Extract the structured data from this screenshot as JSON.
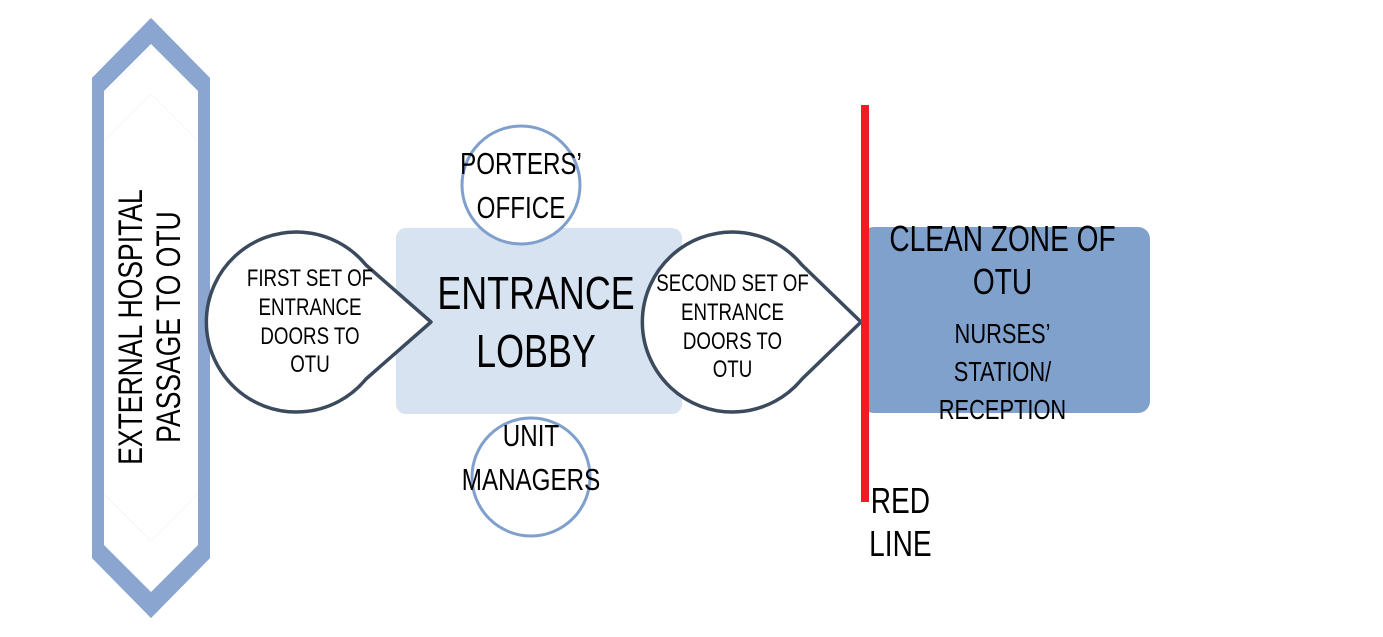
{
  "colors": {
    "chevron": "#8aa6d0",
    "lobby": "#d7e3f1",
    "circle_stroke": "#7f9fcc",
    "teardrop_stroke": "#3b4a5c",
    "clean_zone": "#7fa1cc",
    "red_line": "#ee1c24"
  },
  "passage": {
    "line1": "EXTERNAL HOSPITAL",
    "line2": "PASSAGE TO OTU"
  },
  "first_doors": {
    "line1": "FIRST SET OF",
    "line2": "ENTRANCE DOORS TO",
    "line3": "OTU"
  },
  "lobby": {
    "line1": "ENTRANCE",
    "line2": "LOBBY"
  },
  "porters": {
    "line1": "PORTERS’",
    "line2": "OFFICE"
  },
  "managers": {
    "line1": "UNIT",
    "line2": "MANAGERS"
  },
  "second_doors": {
    "line1": "SECOND SET OF",
    "line2": "ENTRANCE DOORS TO",
    "line3": "OTU"
  },
  "clean_zone": {
    "title": "CLEAN ZONE OF OTU",
    "line1": "NURSES’ STATION/",
    "line2": "RECEPTION"
  },
  "red_line": {
    "label": "RED LINE"
  }
}
